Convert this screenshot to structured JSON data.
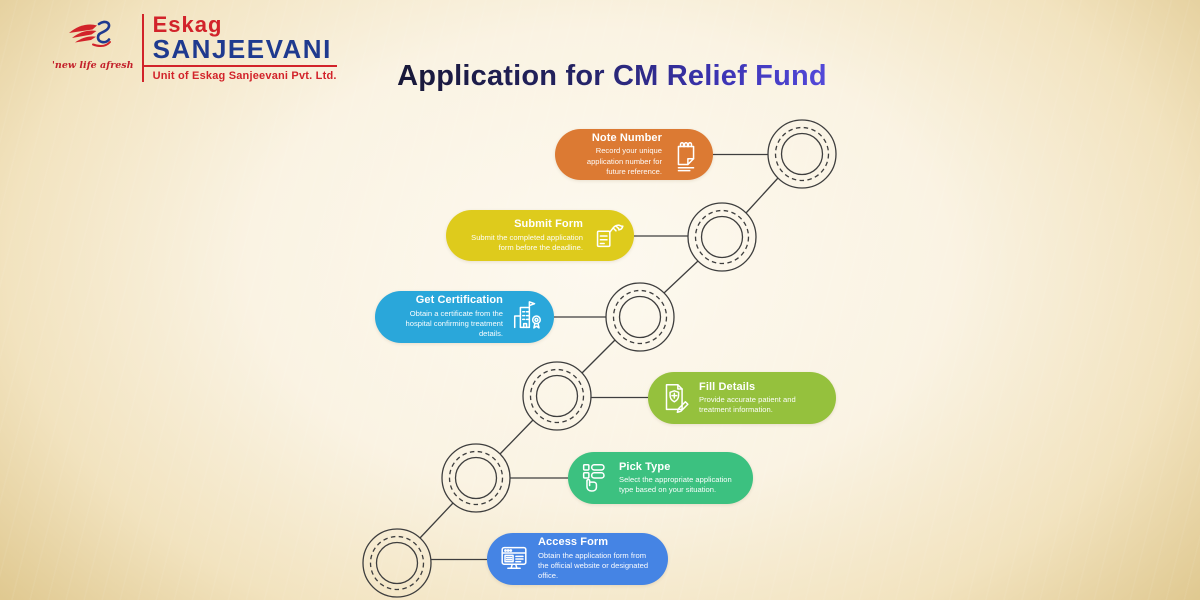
{
  "header": {
    "title": "Application for CM Relief Fund"
  },
  "logo": {
    "brand_top": "Eskag",
    "brand_main": "SANJEEVANI",
    "unit_line": "Unit of Eskag Sanjeevani Pvt. Ltd.",
    "tagline": "'new life afresh",
    "brand_red": "#d2232a",
    "brand_blue": "#1f3a8f"
  },
  "colors": {
    "title_gradient_start": "#16162f",
    "title_gradient_end": "#5b50e6",
    "connector_stroke": "#3e3e3e",
    "background_center": "#fdf9ef",
    "background_edge": "#e0c991"
  },
  "steps": [
    {
      "order": 1,
      "title": "Access Form",
      "description": "Obtain the application form from the official website or designated office.",
      "color": "#4584e4",
      "icon": "monitor-form-icon"
    },
    {
      "order": 2,
      "title": "Pick Type",
      "description": "Select the appropriate application type based on your situation.",
      "color": "#3cc180",
      "icon": "options-hand-icon"
    },
    {
      "order": 3,
      "title": "Fill Details",
      "description": "Provide accurate patient and treatment information.",
      "color": "#95c13d",
      "icon": "document-shield-pencil-icon"
    },
    {
      "order": 4,
      "title": "Get Certification",
      "description": "Obtain a certificate from the hospital confirming treatment details.",
      "color": "#2aa7da",
      "icon": "hospital-badge-icon"
    },
    {
      "order": 5,
      "title": "Submit Form",
      "description": "Submit the completed application form before the deadline.",
      "color": "#decb1c",
      "icon": "hand-submit-document-icon"
    },
    {
      "order": 6,
      "title": "Note Number",
      "description": "Record your unique application number for future reference.",
      "color": "#dc7a33",
      "icon": "spiral-notepad-icon"
    }
  ]
}
